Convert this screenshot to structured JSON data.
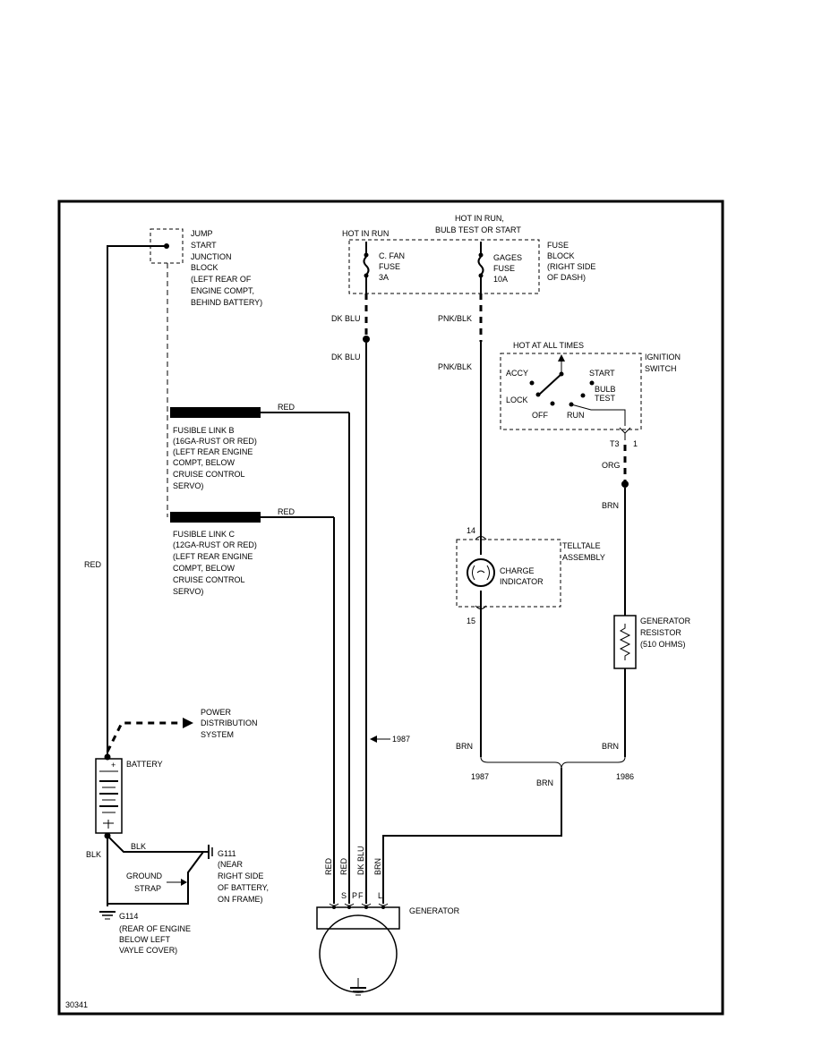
{
  "jump_start": [
    "JUMP",
    "START",
    "JUNCTION",
    "BLOCK",
    "(LEFT REAR OF",
    "ENGINE COMPT,",
    "BEHIND BATTERY)"
  ],
  "hot_in_run": "HOT IN RUN",
  "hot_in_run_bulb": [
    "HOT IN RUN,",
    "BULB TEST OR START"
  ],
  "fuse_cfan": [
    "C. FAN",
    "FUSE",
    "3A"
  ],
  "fuse_gages": [
    "GAGES",
    "FUSE",
    "10A"
  ],
  "fuse_block": [
    "FUSE",
    "BLOCK",
    "(RIGHT SIDE",
    "OF DASH)"
  ],
  "wire_dkblu": "DK BLU",
  "wire_pnkblk": "PNK/BLK",
  "hot_all_times": "HOT AT ALL TIMES",
  "ignition_switch": [
    "IGNITION",
    "SWITCH"
  ],
  "switch_positions": {
    "accy": "ACCY",
    "start": "START",
    "lock": "LOCK",
    "bulb_test": [
      "BULB",
      "TEST"
    ],
    "off": "OFF",
    "run": "RUN"
  },
  "t3": "T3",
  "t3_pin": "1",
  "wire_org": "ORG",
  "wire_brn": "BRN",
  "wire_red": "RED",
  "wire_blk": "BLK",
  "fusible_b": [
    "FUSIBLE LINK B",
    "(16GA-RUST OR RED)",
    "(LEFT REAR ENGINE",
    "COMPT, BELOW",
    "CRUISE CONTROL",
    "SERVO)"
  ],
  "fusible_c": [
    "FUSIBLE LINK C",
    "(12GA-RUST OR RED)",
    "(LEFT REAR ENGINE",
    "COMPT, BELOW",
    "CRUISE CONTROL",
    "SERVO)"
  ],
  "telltale_pin_top": "14",
  "telltale_pin_bottom": "15",
  "telltale": [
    "TELLTALE",
    "ASSEMBLY"
  ],
  "charge_indicator": [
    "CHARGE",
    "INDICATOR"
  ],
  "generator_resistor": [
    "GENERATOR",
    "RESISTOR",
    "(510 OHMS)"
  ],
  "power_distribution": [
    "POWER",
    "DISTRIBUTION",
    "SYSTEM"
  ],
  "battery": "BATTERY",
  "year_1987": "1987",
  "year_1986": "1986",
  "ground_strap": [
    "GROUND",
    "STRAP"
  ],
  "g111": [
    "G111",
    "(NEAR",
    "RIGHT SIDE",
    "OF BATTERY,",
    "ON FRAME)"
  ],
  "g114": [
    "G114",
    "(REAR OF ENGINE",
    "BELOW LEFT",
    "VAYLE COVER)"
  ],
  "gen_terminals": [
    "S",
    "P",
    "F",
    "L"
  ],
  "gen_wires": [
    "RED",
    "RED",
    "DK BLU",
    "BRN"
  ],
  "generator": "GENERATOR",
  "figure_number": "30341"
}
